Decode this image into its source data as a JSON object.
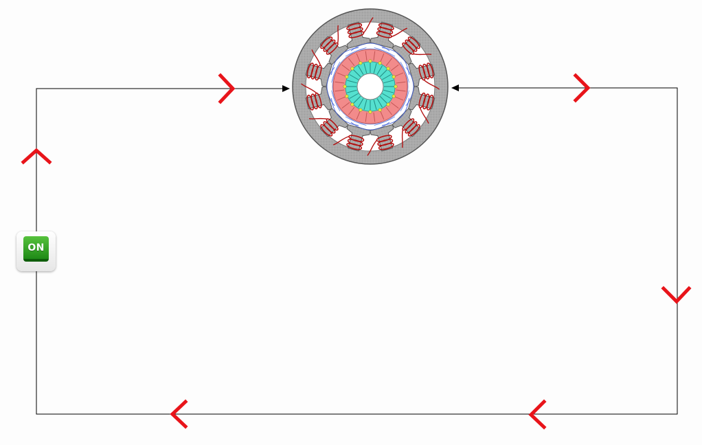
{
  "switch": {
    "label": "ON",
    "state": "on",
    "color": "#2aa024"
  },
  "motor": {
    "stator_color": "#a9a9a9",
    "coil_color": "#b31313",
    "rotor_outer_color": "#f28b8b",
    "rotor_inner_color": "#55e0cf",
    "field_line_color": "#3b5bd6",
    "magnet_dot_color": "#e6e640"
  },
  "circuit": {
    "wire_color": "#000000",
    "flow_arrow_color": "#e8141a",
    "flow_arrows": [
      {
        "id": "left-up",
        "direction": "up"
      },
      {
        "id": "top-left-right",
        "direction": "right"
      },
      {
        "id": "top-right-right",
        "direction": "right"
      },
      {
        "id": "right-down",
        "direction": "down"
      },
      {
        "id": "bottom-right-left",
        "direction": "left"
      },
      {
        "id": "bottom-left-left",
        "direction": "left"
      }
    ]
  }
}
